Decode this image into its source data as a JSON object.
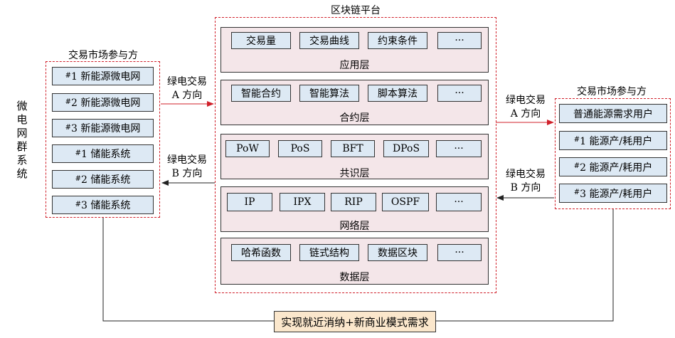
{
  "platform": {
    "title": "区块链平台",
    "layers": [
      {
        "name": "应用层",
        "cells": [
          "交易量",
          "交易曲线",
          "约束条件",
          "···"
        ]
      },
      {
        "name": "合约层",
        "cells": [
          "智能合约",
          "智能算法",
          "脚本算法",
          "···"
        ]
      },
      {
        "name": "共识层",
        "cells": [
          "PoW",
          "PoS",
          "BFT",
          "DPoS",
          "···"
        ]
      },
      {
        "name": "网络层",
        "cells": [
          "IP",
          "IPX",
          "RIP",
          "OSPF",
          "···"
        ]
      },
      {
        "name": "数据层",
        "cells": [
          "哈希函数",
          "链式结构",
          "数据区块",
          "···"
        ]
      }
    ]
  },
  "left_group": {
    "title": "交易市场参与方",
    "side_label": "微电网群系统",
    "items": [
      {
        "sup": "#",
        "text": "1 新能源微电网"
      },
      {
        "sup": "#",
        "text": "2 新能源微电网"
      },
      {
        "sup": "#",
        "text": "3 新能源微电网"
      },
      {
        "sup": "#",
        "text": "1 储能系统"
      },
      {
        "sup": "#",
        "text": "2 储能系统"
      },
      {
        "sup": "#",
        "text": "3 储能系统"
      }
    ]
  },
  "right_group": {
    "title": "交易市场参与方",
    "items": [
      {
        "sup": "",
        "text": "普通能源需求用户"
      },
      {
        "sup": "#",
        "text": "1 能源产/耗用户"
      },
      {
        "sup": "#",
        "text": "2 能源产/耗用户"
      },
      {
        "sup": "#",
        "text": "3 能源产/耗用户"
      }
    ]
  },
  "arrows": {
    "left_a": {
      "line1": "绿电交易",
      "line2": "A 方向"
    },
    "left_b": {
      "line1": "绿电交易",
      "line2": "B 方向"
    },
    "right_a": {
      "line1": "绿电交易",
      "line2": "A 方向"
    },
    "right_b": {
      "line1": "绿电交易",
      "line2": "B 方向"
    }
  },
  "bottom_box": {
    "text": "实现就近消纳+新商业模式需求"
  },
  "colors": {
    "dash_border": "#d0202a",
    "layer_fill": "#f4e6e9",
    "cell_fill": "#dde9f4",
    "bottom_fill": "#fbe7cc",
    "arrow_red": "#d0202a"
  }
}
